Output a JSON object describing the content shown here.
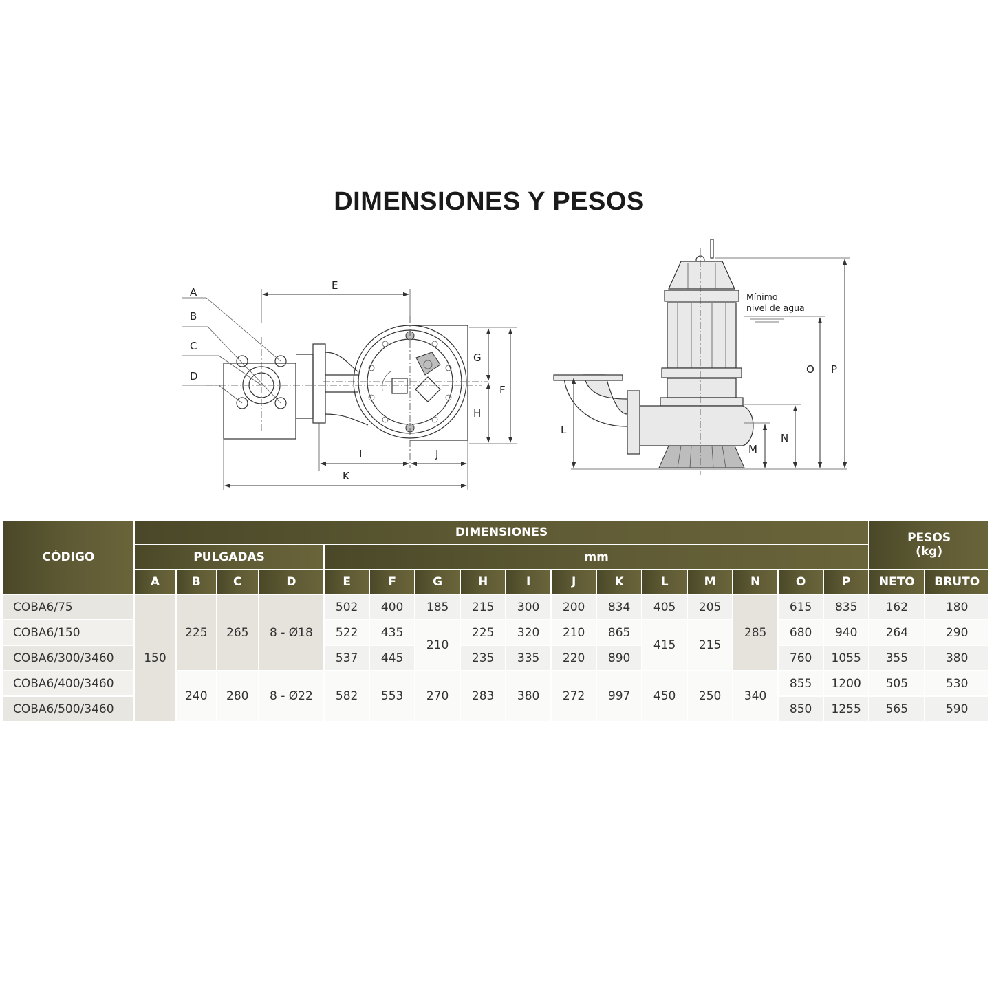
{
  "title": "DIMENSIONES Y PESOS",
  "drawing": {
    "left_labels": [
      "A",
      "B",
      "C",
      "D",
      "E",
      "F",
      "G",
      "H",
      "I",
      "J",
      "K"
    ],
    "right_labels": [
      "L",
      "M",
      "N",
      "O",
      "P"
    ],
    "water_line1": "Mínimo",
    "water_line2": "nivel de agua"
  },
  "table": {
    "code_header": "CÓDIGO",
    "dim_header": "DIMENSIONES",
    "weights_header_1": "PESOS",
    "weights_header_2": "(kg)",
    "inch_header": "PULGADAS",
    "mm_header": "mm",
    "columns": [
      "A",
      "B",
      "C",
      "D",
      "E",
      "F",
      "G",
      "H",
      "I",
      "J",
      "K",
      "L",
      "M",
      "N",
      "O",
      "P",
      "NETO",
      "BRUTO"
    ],
    "codes": [
      "COBA6/75",
      "COBA6/150",
      "COBA6/300/3460",
      "COBA6/400/3460",
      "COBA6/500/3460"
    ],
    "A": "150",
    "B": [
      "225",
      "240"
    ],
    "C": [
      "265",
      "280"
    ],
    "D": [
      "8 - Ø18",
      "8 - Ø22"
    ],
    "E": [
      "502",
      "522",
      "537",
      "582"
    ],
    "F": [
      "400",
      "435",
      "445",
      "553"
    ],
    "G": [
      "185",
      "210",
      "270"
    ],
    "H": [
      "215",
      "225",
      "235",
      "283"
    ],
    "I": [
      "300",
      "320",
      "335",
      "380"
    ],
    "J": [
      "200",
      "210",
      "220",
      "272"
    ],
    "K": [
      "834",
      "865",
      "890",
      "997"
    ],
    "L": [
      "405",
      "415",
      "450"
    ],
    "M": [
      "205",
      "215",
      "250"
    ],
    "N": [
      "285",
      "340"
    ],
    "O": [
      "615",
      "680",
      "760",
      "855",
      "850"
    ],
    "P": [
      "835",
      "940",
      "1055",
      "1200",
      "1255"
    ],
    "NETO": [
      "162",
      "264",
      "355",
      "505",
      "565"
    ],
    "BRUTO": [
      "180",
      "290",
      "380",
      "530",
      "590"
    ]
  }
}
